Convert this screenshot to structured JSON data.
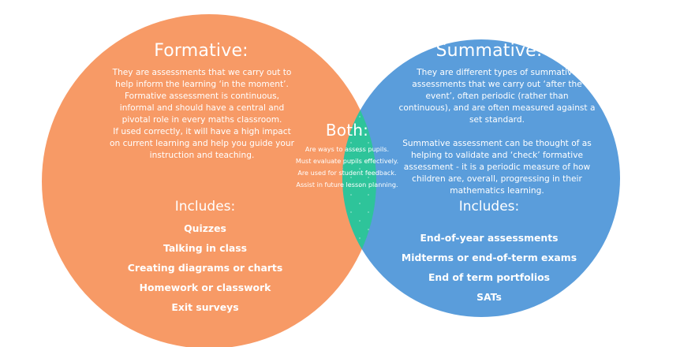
{
  "colors": {
    "formative": "#F79A66",
    "summative": "#5A9DDB",
    "overlap": "#2EC49A",
    "text": "#FFFFFF"
  },
  "formative": {
    "title": "Formative:",
    "description_1": "They are assessments that we carry out to help inform the learning ‘in the moment’. Formative assessment is continuous, informal and should have a central and pivotal role in every maths classroom.",
    "description_2": "If used correctly, it will have a high impact on current learning and help you guide your instruction and teaching.",
    "includes_label": "Includes:",
    "items": [
      "Quizzes",
      "Talking in class",
      "Creating diagrams or charts",
      "Homework or classwork",
      "Exit surveys"
    ]
  },
  "summative": {
    "title": "Summative:",
    "description_1": "They are different types of summative assessments that we carry out ‘after the event’, often periodic (rather than continuous), and are often measured against a set standard.",
    "description_2": "Summative assessment can be thought of as helping to validate and ‘check’ formative assessment - it is a periodic measure of how children are, overall, progressing in their mathematics learning.",
    "includes_label": "Includes:",
    "items": [
      "End-of-year assessments",
      "Midterms or end-of-term exams",
      "End of term portfolios",
      "SATs"
    ]
  },
  "both": {
    "title": "Both:",
    "items": [
      "Are ways to assess pupils.",
      "Must evaluate pupils effectively.",
      "Are used for student feedback.",
      "Assist in future lesson planning."
    ]
  }
}
